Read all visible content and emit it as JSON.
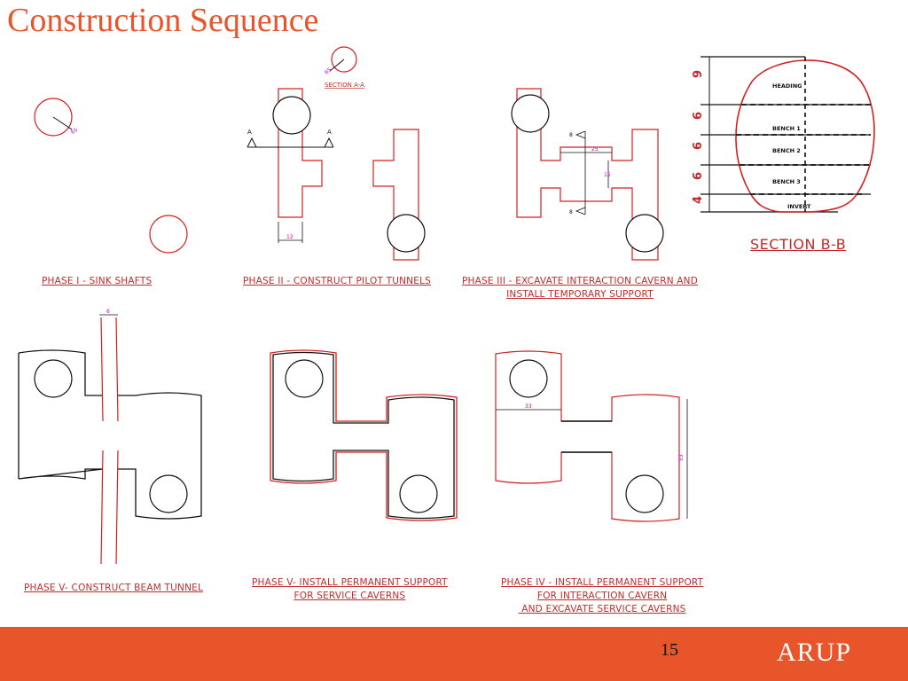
{
  "slide": {
    "title": "Construction Sequence",
    "page_number": "15",
    "logo": "ARUP"
  },
  "section_labels": {
    "section_aa": "SECTION A-A",
    "section_bb": "SECTION B-B",
    "marker_a_left": "A",
    "marker_a_right": "A"
  },
  "section_bb": {
    "levels": [
      "HEADING",
      "BENCH 1",
      "BENCH 2",
      "BENCH 3",
      "INVERT"
    ],
    "dimensions": [
      "9",
      "6",
      "6",
      "6",
      "4"
    ]
  },
  "dimension_labels": {
    "shaft_dia_1": "65",
    "shaft_dia_2": "65",
    "pilot_width": "12",
    "cavern_len": "25",
    "cavern_height": "15",
    "mark_upper": "8",
    "mark_lower": "8",
    "beam_width": "6",
    "service_width": "33",
    "service_height": "53"
  },
  "phase_captions": [
    {
      "lines": [
        "PHASE I - SINK SHAFTS"
      ]
    },
    {
      "lines": [
        "PHASE II - CONSTRUCT PILOT TUNNELS"
      ]
    },
    {
      "lines": [
        "PHASE III - EXCAVATE INTERACTION CAVERN AND",
        "INSTALL TEMPORARY SUPPORT"
      ]
    },
    {
      "lines": [
        "PHASE V- CONSTRUCT BEAM TUNNEL"
      ]
    },
    {
      "lines": [
        "PHASE V- INSTALL PERMANENT SUPPORT",
        "FOR SERVICE CAVERNS"
      ]
    },
    {
      "lines": [
        "PHASE IV - INSTALL PERMANENT SUPPORT",
        "FOR INTERACTION CAVERN",
        " AND EXCAVATE SERVICE CAVERNS"
      ]
    }
  ],
  "colors": {
    "accent": "#e8552a",
    "drawing_red": "#d42020",
    "dimension_magenta": "#c000c0"
  }
}
